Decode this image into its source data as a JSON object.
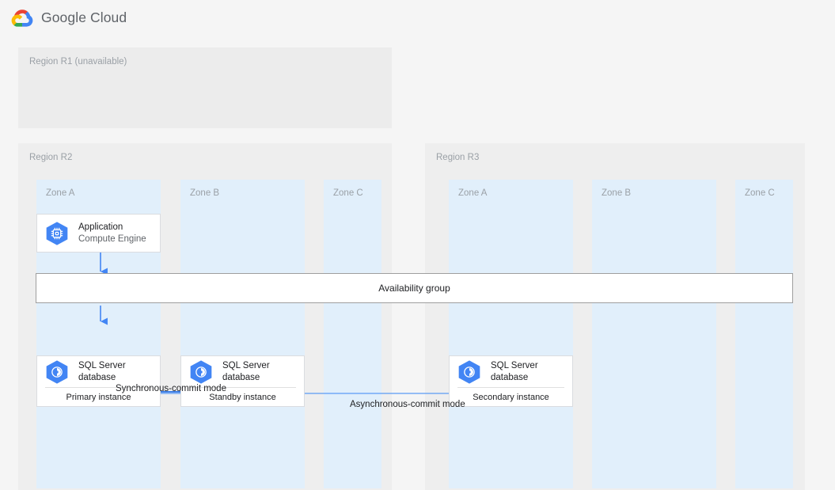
{
  "header": {
    "logo_icon": "google-cloud-logo",
    "wordmark": "Google Cloud"
  },
  "diagram": {
    "regions": [
      {
        "id": "r1",
        "label": "Region R1 (unavailable)",
        "available": false,
        "zones": []
      },
      {
        "id": "r2",
        "label": "Region R2",
        "available": true,
        "zones": [
          {
            "id": "r2-a",
            "label": "Zone A"
          },
          {
            "id": "r2-b",
            "label": "Zone B"
          },
          {
            "id": "r2-c",
            "label": "Zone C"
          }
        ]
      },
      {
        "id": "r3",
        "label": "Region R3",
        "available": true,
        "zones": [
          {
            "id": "r3-a",
            "label": "Zone A"
          },
          {
            "id": "r3-b",
            "label": "Zone B"
          },
          {
            "id": "r3-c",
            "label": "Zone C"
          }
        ]
      }
    ],
    "cards": [
      {
        "id": "application",
        "icon": "compute-engine-icon",
        "title": "Application",
        "subtitle": "Compute Engine",
        "footer": null
      },
      {
        "id": "primary-db",
        "icon": "sql-server-database-icon",
        "title": "SQL Server",
        "subtitle": "database",
        "footer": "Primary instance"
      },
      {
        "id": "standby-db",
        "icon": "sql-server-database-icon",
        "title": "SQL Server",
        "subtitle": "database",
        "footer": "Standby instance"
      },
      {
        "id": "secondary-db",
        "icon": "sql-server-database-icon",
        "title": "SQL Server",
        "subtitle": "database",
        "footer": "Secondary instance"
      }
    ],
    "availability_group": {
      "label": "Availability group"
    },
    "connectors": [
      {
        "id": "sync",
        "label": "Synchronous-commit mode"
      },
      {
        "id": "async",
        "label": "Asynchronous-commit mode"
      }
    ]
  },
  "colors": {
    "page_background": "#f5f5f5",
    "region_background": "#eeeeee",
    "zone_background": "#e1effb",
    "card_background": "#ffffff",
    "card_border": "#dadce0",
    "accent_blue": "#4285f4",
    "connector_blue": "#4285f4",
    "label_gray": "#9aa0a6",
    "text_primary": "#202124",
    "text_secondary": "#5f6368",
    "availability_border": "#9e9e9e"
  }
}
